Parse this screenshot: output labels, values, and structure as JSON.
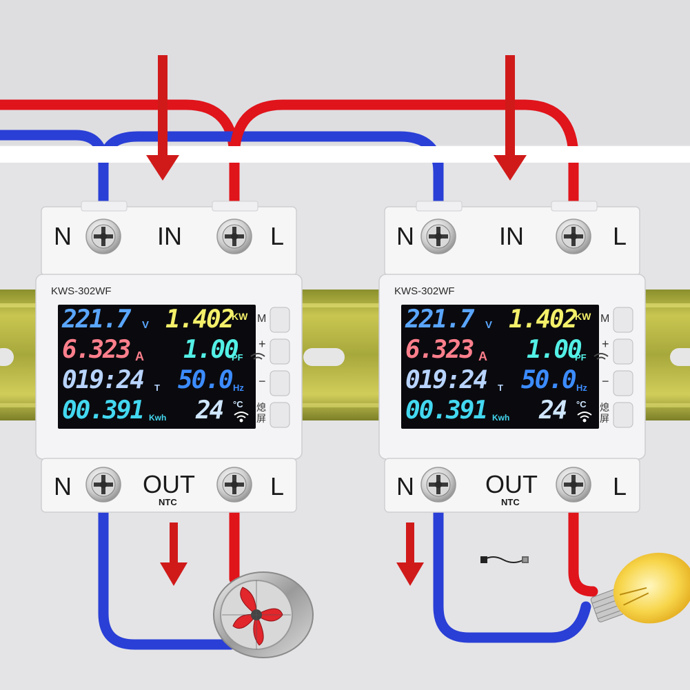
{
  "meters": [
    {
      "model": "KWS-302WF",
      "top_terminals": {
        "n": "N",
        "label": "IN",
        "l": "L"
      },
      "bottom_terminals": {
        "n": "N",
        "label": "OUT",
        "l": "L",
        "sub": "NTC"
      },
      "display": {
        "voltage": "221.7",
        "voltage_unit": "V",
        "power": "1.402",
        "power_unit": "KW",
        "current": "6.323",
        "current_unit": "A",
        "power_factor": "1.00",
        "pf_unit": "PF",
        "time": "019:24",
        "time_unit": "T",
        "frequency": "50.0",
        "frequency_unit": "Hz",
        "energy": "00.391",
        "energy_unit": "Kwh",
        "temperature": "24",
        "temperature_unit": "°C"
      },
      "buttons": {
        "m": "M",
        "plus": "+",
        "minus": "−",
        "screen_off": "熄屏"
      }
    },
    {
      "model": "KWS-302WF",
      "top_terminals": {
        "n": "N",
        "label": "IN",
        "l": "L"
      },
      "bottom_terminals": {
        "n": "N",
        "label": "OUT",
        "l": "L",
        "sub": "NTC"
      },
      "display": {
        "voltage": "221.7",
        "voltage_unit": "V",
        "power": "1.402",
        "power_unit": "KW",
        "current": "6.323",
        "current_unit": "A",
        "power_factor": "1.00",
        "pf_unit": "PF",
        "time": "019:24",
        "time_unit": "T",
        "frequency": "50.0",
        "frequency_unit": "Hz",
        "energy": "00.391",
        "energy_unit": "Kwh",
        "temperature": "24",
        "temperature_unit": "°C"
      },
      "buttons": {
        "m": "M",
        "plus": "+",
        "minus": "−",
        "screen_off": "熄屏"
      }
    }
  ],
  "colors": {
    "live_wire": "#e0141b",
    "neutral_wire": "#2a3fd6",
    "arrow": "#d01a1a",
    "lcd_voltage": "#5aa6ff",
    "lcd_power": "#f4f06a",
    "lcd_current": "#ff7f8c",
    "lcd_pf": "#53f0e6",
    "lcd_time": "#b8d4ff",
    "lcd_frequency": "#3c8cff",
    "lcd_energy": "#43d8f0",
    "lcd_temperature": "#cfe6ff"
  },
  "icons": [
    "arrow-down-icon",
    "screw-icon",
    "wifi-icon",
    "fan-icon",
    "light-bulb-icon",
    "ntc-sensor-icon"
  ]
}
